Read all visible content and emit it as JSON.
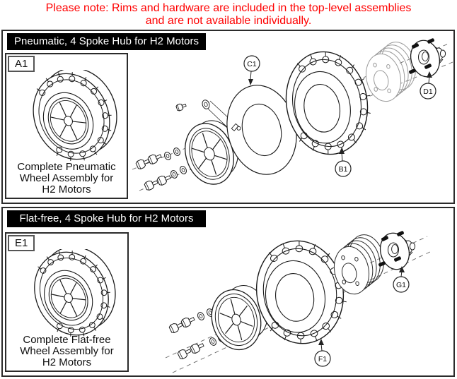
{
  "note": {
    "text": "Please note: Rims and hardware are included in the top-level assemblies\nand are not available individually.",
    "color": "#ff0000"
  },
  "panels": [
    {
      "header": "Pneumatic, 4 Spoke Hub for H2 Motors",
      "figure": {
        "label": "A1",
        "caption": "Complete Pneumatic\nWheel Assembly for\nH2 Motors"
      },
      "callouts": [
        {
          "id": "C1",
          "points_to": "inner tube"
        },
        {
          "id": "B1",
          "points_to": "pneumatic tire"
        },
        {
          "id": "D1",
          "points_to": "4 bolt hub"
        }
      ]
    },
    {
      "header": "Flat-free, 4 Spoke Hub for H2 Motors",
      "figure": {
        "label": "E1",
        "caption": "Complete Flat-free\nWheel Assembly for\nH2 Motors"
      },
      "callouts": [
        {
          "id": "F1",
          "points_to": "flat-free tire"
        },
        {
          "id": "G1",
          "points_to": "4 bolt hub"
        }
      ]
    }
  ],
  "colors": {
    "note_red": "#ff0000",
    "header_bg": "#000000",
    "header_fg": "#ffffff",
    "line": "#1a1a1a",
    "drum_gray": "#9a9a9a"
  }
}
